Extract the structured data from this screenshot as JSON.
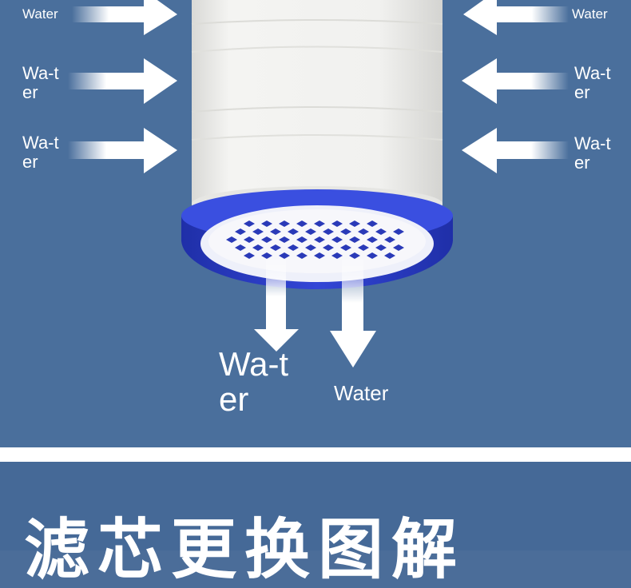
{
  "labels": {
    "left_top": "Water",
    "right_top": "Water",
    "left_mid": "Wa-ter",
    "right_mid": "Wa-ter",
    "left_low": "Wa-ter",
    "right_low": "Wa-ter",
    "bottom_left": "Wa-ter",
    "bottom_right": "Water"
  },
  "heading": "滤芯更换图解",
  "colors": {
    "background": "#4a6f9c",
    "filter_body": "#f2f2f0",
    "filter_cap": "#2a3fc4",
    "arrow": "#ffffff"
  },
  "icons": [
    "arrow-right-icon",
    "arrow-left-icon",
    "arrow-down-icon"
  ]
}
